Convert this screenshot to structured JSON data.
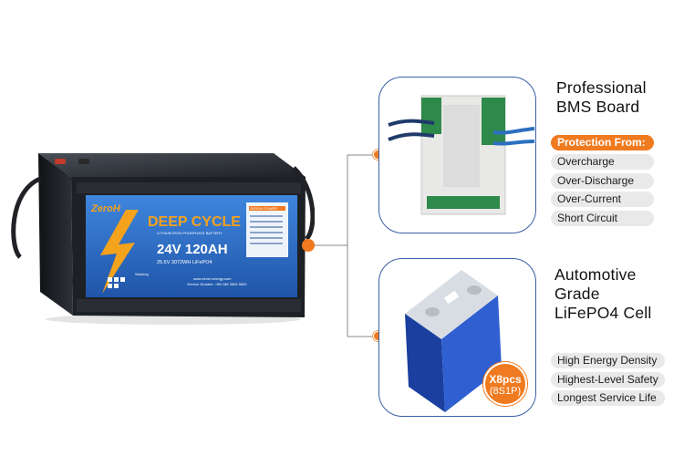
{
  "battery": {
    "brand": "ZeroH",
    "headline": "DEEP CYCLE",
    "subheadline": "LITHIUM IRON PHOSPHATE BATTERY",
    "rating": "24V 120AH",
    "spec": "25.6V 3072WH LiFePO4",
    "badge": "ZEROH POWER",
    "website": "www.zeroh-energy.com",
    "service": "Service Number: +86 188 3828 5600",
    "warning": "Warning"
  },
  "bms": {
    "title": "Professional BMS Board",
    "protection_header": "Protection From:",
    "protections": [
      "Overcharge",
      "Over-Discharge",
      "Over-Current",
      "Short Circuit"
    ]
  },
  "cell": {
    "title": "Automotive Grade LiFePO4 Cell",
    "badge_qty": "X8pcs",
    "badge_config": "(8S1P)",
    "features": [
      "High Energy Density",
      "Highest-Level Safety",
      "Longest Service Life"
    ]
  },
  "colors": {
    "accent": "#f07a1f",
    "frame": "#3a5ea8",
    "pill_bg": "#e9e9e9",
    "label_blue": "#2e6fc9"
  }
}
